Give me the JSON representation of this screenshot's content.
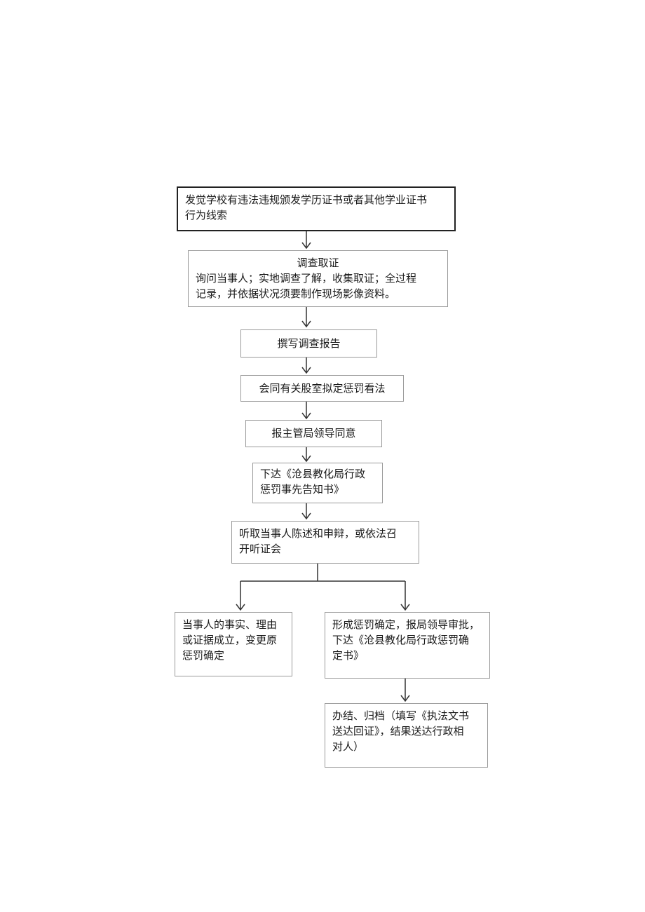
{
  "steps": {
    "s1": [
      "发觉学校有违法违规颁发学历证书或者其他学业证书",
      "行为线索"
    ],
    "s2": [
      "调查取证",
      "询问当事人；实地调查了解，收集取证；全过程",
      "记录，并依据状况须要制作现场影像资料。"
    ],
    "s3": "撰写调查报告",
    "s4": "会同有关股室拟定惩罚看法",
    "s5": "报主管局领导同意",
    "s6": [
      "下达《沧县教化局行政",
      "惩罚事先告知书》"
    ],
    "s7": [
      "听取当事人陈述和申辩，或依法召",
      "开听证会"
    ],
    "s8": [
      "当事人的事实、理由",
      "或证据成立，变更原",
      "惩罚确定"
    ],
    "s9": [
      "形成惩罚确定，报局领导审批，",
      "下达《沧县教化局行政惩罚确",
      "定书》"
    ],
    "s10": [
      "办结、归档（填写《执法文书",
      "送达回证》，结果送达行政相",
      "对人）"
    ]
  }
}
